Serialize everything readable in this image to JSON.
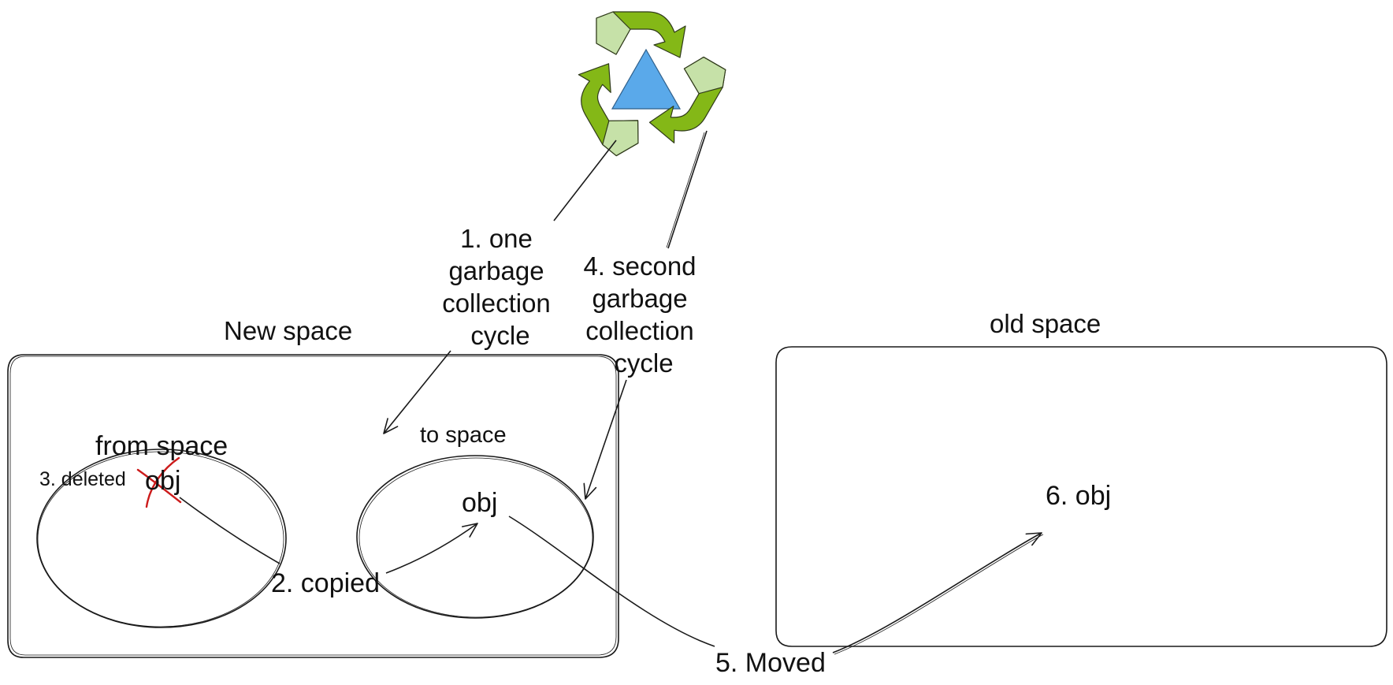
{
  "regions": {
    "new_space": "New space",
    "old_space": "old space",
    "from_space": "from space",
    "to_space": "to space"
  },
  "objects": {
    "from_obj": "obj",
    "to_obj": "obj",
    "old_obj": "6. obj"
  },
  "steps": {
    "step1": [
      "1. one",
      "garbage",
      "collection",
      "cycle"
    ],
    "step2": "2. copied",
    "step3": "3. deleted",
    "step4": [
      "4. second",
      "garbage",
      "collection",
      "cycle"
    ],
    "step5": "5. Moved"
  },
  "icons": {
    "recycle": "recycle-icon",
    "delete_mark": "cross-mark-icon"
  },
  "colors": {
    "stroke": "#1a1a1a",
    "recycle_dark_green": "#84b817",
    "recycle_light_green": "#c6e1a8",
    "recycle_blue": "#5aa9ea",
    "delete_mark": "#cc1b1b"
  }
}
